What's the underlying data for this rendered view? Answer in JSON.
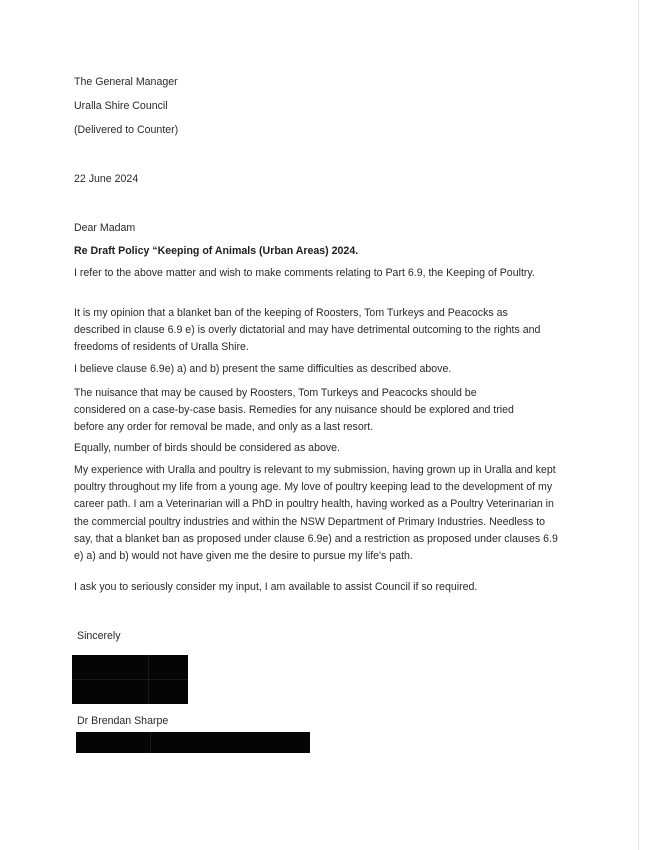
{
  "letter": {
    "recipient": {
      "line1": "The General Manager",
      "line2": "Uralla Shire Council",
      "line3": "(Delivered to Counter)"
    },
    "date": "22 June 2024",
    "salutation": "Dear Madam",
    "subject": "Re Draft Policy “Keeping of Animals (Urban Areas) 2024.",
    "paragraphs": [
      "I refer to the above matter and wish to make comments relating to Part 6.9, the Keeping of Poultry.",
      "It is my opinion that a blanket ban of the keeping of Roosters, Tom Turkeys and Peacocks as described in clause 6.9 e) is overly dictatorial and may have detrimental outcoming to the rights and freedoms of residents of Uralla Shire.",
      "I believe clause 6.9e) a) and b) present the same difficulties as described above.",
      "The nuisance that may be caused by Roosters, Tom Turkeys and Peacocks should be considered on a case-by-case basis. Remedies for any nuisance should be explored and tried before any order for removal be made, and only as a last resort.",
      "Equally, number of birds should be considered as above.",
      "My experience with Uralla and poultry is relevant to my submission, having grown up in Uralla and kept poultry throughout my life from a young age. My love of poultry keeping lead to the development of my career path. I am a Veterinarian will a PhD in poultry health, having worked as a Poultry Veterinarian in the commercial poultry industries and within the NSW Department of Primary Industries. Needless to say, that a blanket ban as proposed under clause 6.9e) and a restriction as proposed under clauses 6.9 e) a) and b) would not have given me the desire to pursue my life's path.",
      "I ask you to seriously consider my input, I am available to assist Council if so required."
    ],
    "closing": "Sincerely",
    "signatory": "Dr Brendan Sharpe"
  }
}
